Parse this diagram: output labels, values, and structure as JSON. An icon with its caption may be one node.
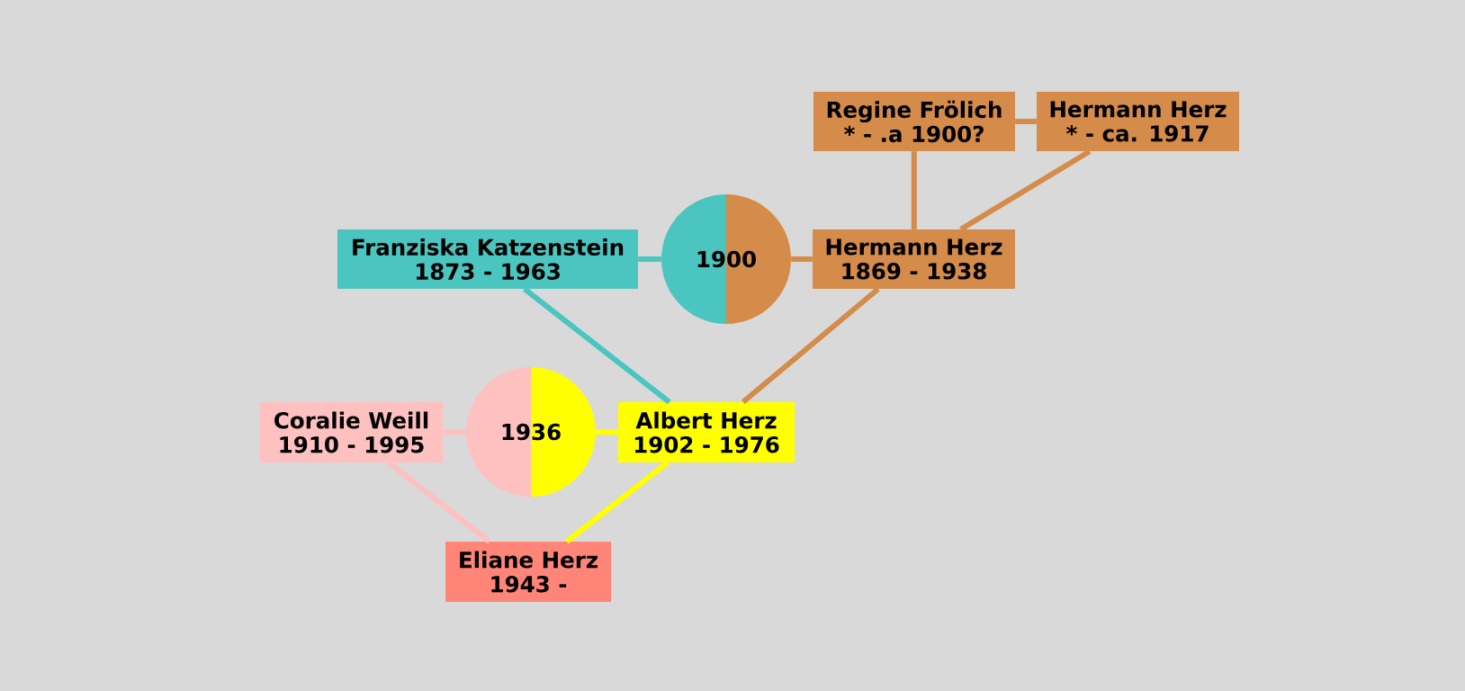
{
  "diagram": {
    "nodes": [
      {
        "text": [
          "Regine Frölich",
          "* - .a 1900?"
        ]
      },
      {
        "text": [
          "Hermann Herz",
          "* - ca. 1917"
        ]
      },
      {
        "text": [
          "Franziska Katzenstein",
          "1873 - 1963"
        ]
      },
      {
        "text": [
          "1900"
        ]
      },
      {
        "text": [
          "Hermann Herz",
          "1869 - 1938"
        ]
      },
      {
        "text": [
          "Coralie Weill",
          "1910 - 1995"
        ]
      },
      {
        "text": [
          "1936"
        ]
      },
      {
        "text": [
          "Albert Herz",
          "1902 - 1976"
        ]
      },
      {
        "text": [
          "Eliane Herz",
          "1943 -"
        ]
      }
    ],
    "edges": [
      {
        "from": 0,
        "to": 1,
        "arrow": "none"
      },
      {
        "from": 0,
        "to": 4,
        "arrow": "none"
      },
      {
        "from": 1,
        "to": 4,
        "arrow": "none"
      },
      {
        "from": 2,
        "to": 3,
        "arrow": "none",
        "color": "#4ac5c0"
      },
      {
        "from": 3,
        "to": 4,
        "arrow": "none"
      },
      {
        "from": 2,
        "to": 7,
        "arrow": "none",
        "color": "#4ac5c0"
      },
      {
        "from": 4,
        "to": 7,
        "arrow": "none"
      },
      {
        "from": 5,
        "to": 6,
        "arrow": "none",
        "color": "#ffc0c0"
      },
      {
        "from": 6,
        "to": 7,
        "arrow": "none",
        "color": "#ffff00"
      },
      {
        "from": 5,
        "to": 8,
        "arrow": "none",
        "color": "#ffc0c0"
      },
      {
        "from": 7,
        "to": 8,
        "arrow": "none",
        "color": "#ffff00"
      }
    ]
  }
}
